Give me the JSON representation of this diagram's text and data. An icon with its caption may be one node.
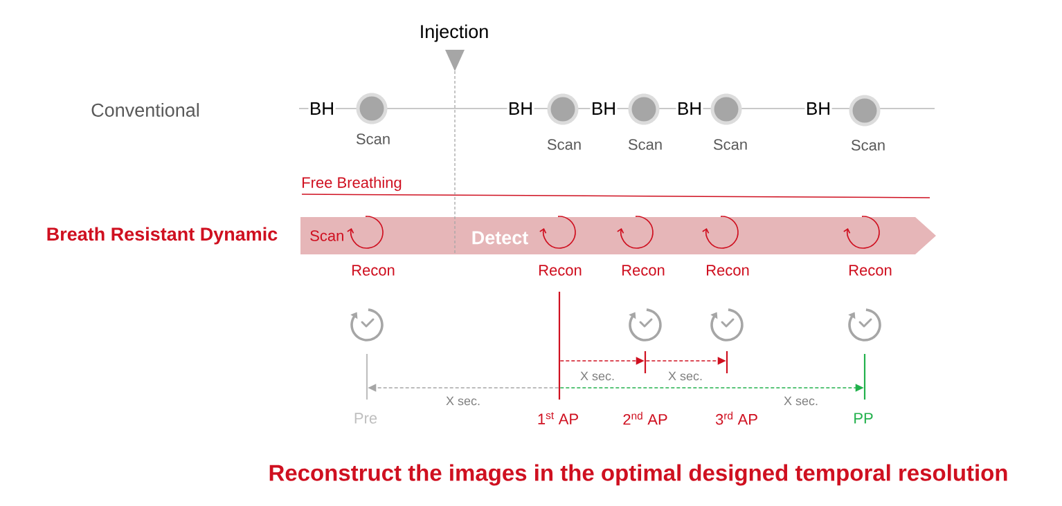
{
  "diagram": {
    "caption": "Reconstruct the images in the optimal designed temporal resolution",
    "nodes": [
      {
        "text": [
          "Scan",
          "Detect"
        ]
      },
      {
        "text": [],
        "shape": "bar",
        "beside": [
          "Pre"
        ]
      },
      {
        "text": [],
        "shape": "bar",
        "beside": [
          "1$^{st}$ AP"
        ]
      },
      {
        "text": [],
        "shape": "bar",
        "beside": [
          "2$^{nd}$ AP"
        ]
      },
      {
        "text": [],
        "shape": "bar",
        "beside": [
          "3$^{rd}$ AP"
        ]
      },
      {
        "text": [],
        "shape": "bar",
        "beside": [
          "PP"
        ]
      }
    ],
    "edges": [
      {
        "from": 2,
        "to": 3,
        "arrow": "to",
        "style": "dashed",
        "label": "X sec."
      },
      {
        "from": 3,
        "to": 4,
        "arrow": "to",
        "style": "dashed",
        "label": "X sec."
      },
      {
        "from": 2,
        "to": 1,
        "arrow": "to",
        "style": "dashed",
        "color": "#a6a6a6",
        "label": "X sec."
      },
      {
        "from": 2,
        "to": 5,
        "arrow": "to",
        "style": "dashed",
        "color": "#22b14c",
        "label": "X sec."
      }
    ],
    "labels": [
      "Injection",
      "Conventional",
      "BH",
      "BH",
      "BH",
      "BH",
      "BH",
      "Scan",
      "Scan",
      "Scan",
      "Scan",
      "Scan",
      "Free Breathing",
      "Breath Resistant Dynamic",
      "Recon",
      "Recon",
      "Recon",
      "Recon",
      "Recon"
    ]
  }
}
